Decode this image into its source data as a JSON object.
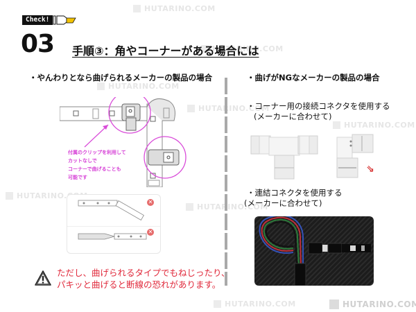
{
  "header": {
    "badge_label": "Check!",
    "step_number": "03",
    "step_title": "手順③：角やコーナーがある場合には"
  },
  "left_section": {
    "title": "・やんわりとなら曲げられるメーカーの製品の場合",
    "illustration": {
      "icon": "led-strip-corner-clip-illustration",
      "callout_lines": [
        "付属のクリップを利用して",
        "カットなしで",
        "コーナーで曲げることも",
        "可能です"
      ],
      "callout_color": "#d63fd6",
      "highlight_color": "#d94bd9"
    },
    "ng_examples": {
      "icon": "ng-bend-examples",
      "items": [
        {
          "name": "sharp-bend",
          "mark": "✕"
        },
        {
          "name": "twisted",
          "mark": "✕"
        }
      ],
      "mark_color": "#e66b6b"
    },
    "warning": {
      "icon": "warning-triangle-icon",
      "lines": [
        "ただし、曲げられるタイプでもねじったり、",
        "パキッと曲げると断線の恐れがあります。"
      ],
      "color": "#e0283a"
    }
  },
  "right_section": {
    "title": "・曲げがNGなメーカーの製品の場合",
    "corner_connector": {
      "line1": "・コーナー用の接続コネクタを使用する",
      "line2": "(メーカーに合わせて)",
      "images": [
        "t-shaped-connector-photo",
        "l-shaped-connector-photo"
      ],
      "arrow_color": "#d62b2b"
    },
    "link_connector": {
      "line1": "・連結コネクタを使用する",
      "line2": "(メーカーに合わせて)",
      "image": "rgb-cable-connector-photo"
    }
  },
  "watermarks": [
    "HUTARINO.COM",
    "HUTARINO.COM",
    "HUTARINO.COM",
    "HUTARINO.COM",
    "HUTARINO.COM",
    "HUTARINO.COM",
    "HUTARINO.COM",
    "HUTARINO.COM",
    "HUTARINO.COM"
  ],
  "colors": {
    "divider": "#a9a9a9",
    "badge_bg": "#111111",
    "marker_yellow": "#f2c200"
  }
}
